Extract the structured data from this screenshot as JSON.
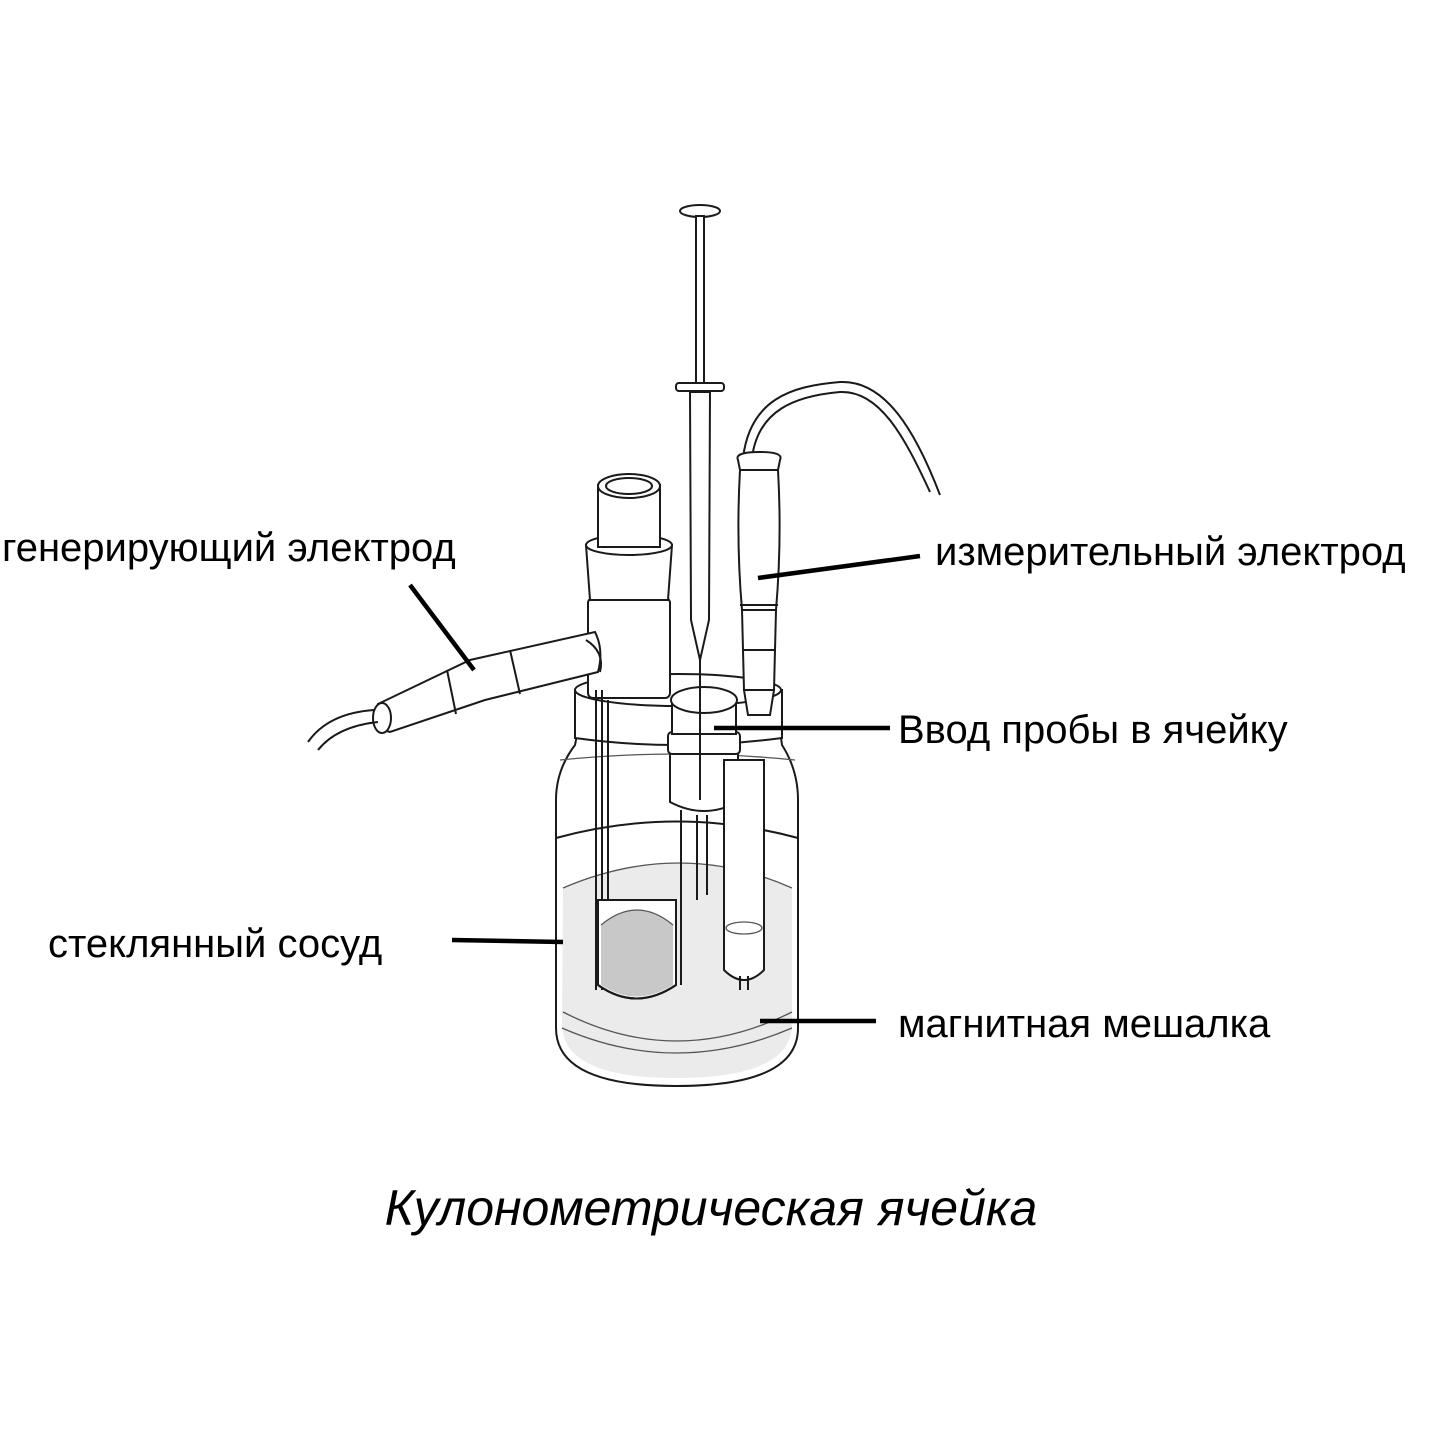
{
  "labels": {
    "generating_electrode": "генерирующий электрод",
    "measuring_electrode": "измерительный электрод",
    "sample_inlet": "Ввод пробы в ячейку",
    "glass_vessel": "стеклянный сосуд",
    "magnetic_stirrer": "магнитная мешалка"
  },
  "caption": "Кулонометрическая ячейка",
  "colors": {
    "line": "#1a1a1a",
    "liquid": "#ebebeb",
    "inner_chamber": "#c8c8c8",
    "text": "#000000"
  }
}
